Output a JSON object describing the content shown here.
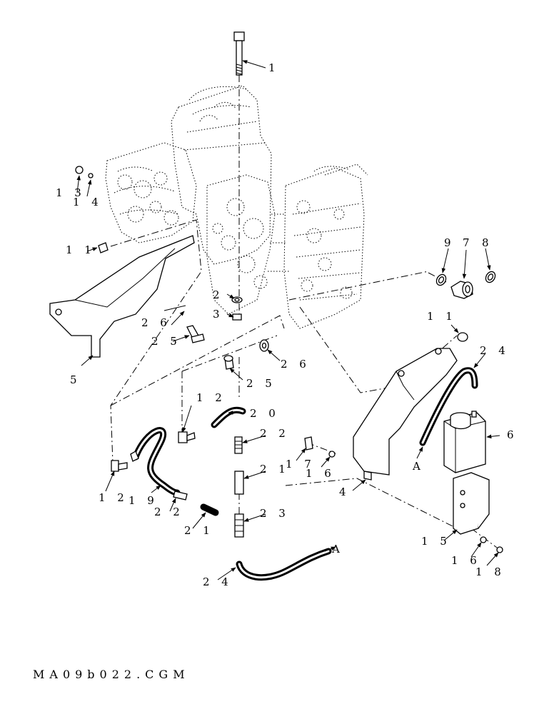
{
  "diagram": {
    "labels": {
      "l1": "1",
      "l2": "2",
      "l3": "3",
      "l5": "5",
      "l6": "6",
      "l7": "7",
      "l8": "8",
      "l9": "9",
      "l4": "4",
      "l11a": "1 1",
      "l11b": "1 1",
      "l12a": "1 2",
      "l12b": "1 2",
      "l13": "1 3",
      "l14": "1 4",
      "l15": "1 5",
      "l16a": "1 6",
      "l16b": "1 6",
      "l17": "1 7",
      "l18": "1 8",
      "l19": "1 9",
      "l20": "2 0",
      "l21a": "2 1",
      "l21b": "2 1",
      "l22a": "2 2",
      "l22b": "2 2",
      "l23": "2 3",
      "l24a": "2 4",
      "l24b": "2 4",
      "l25a": "2 5",
      "l25b": "2 5",
      "l26a": "2 6",
      "l26b": "2 6",
      "la1": "A",
      "la2": "A"
    },
    "footer": "MA09b022.CGM"
  }
}
